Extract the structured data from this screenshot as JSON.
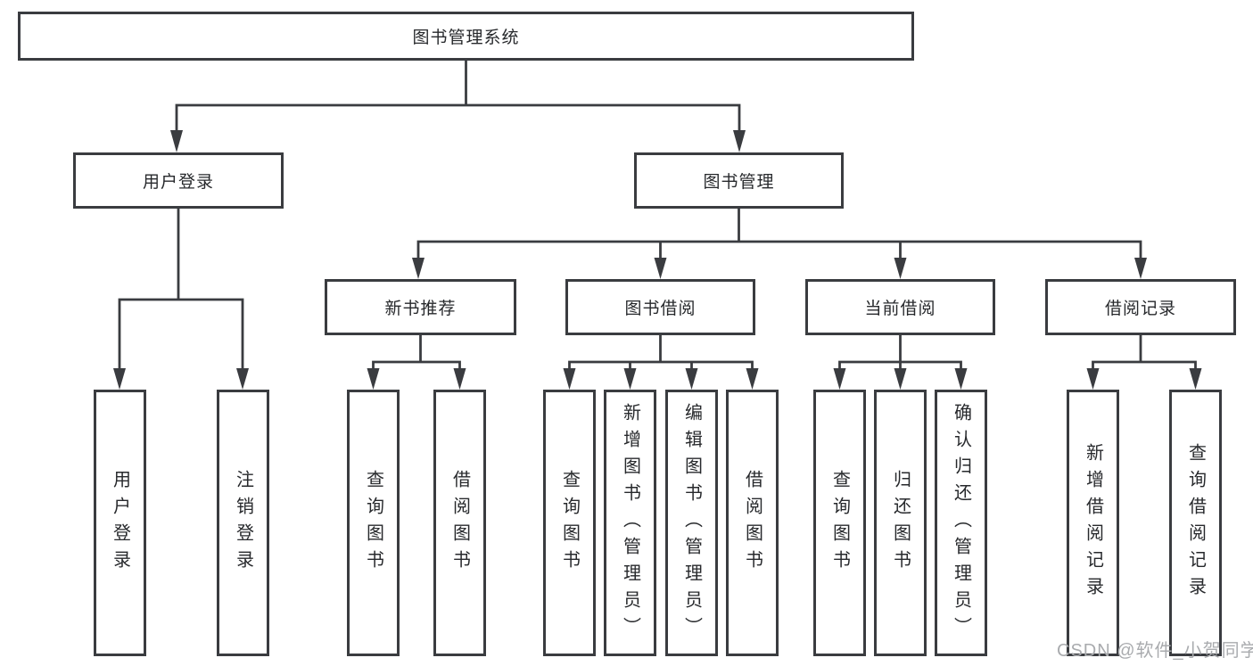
{
  "diagram": {
    "root": {
      "label": "图书管理系统"
    },
    "branches": [
      {
        "label": "用户登录",
        "children": [
          {
            "label": "用户登录"
          },
          {
            "label": "注销登录"
          }
        ]
      },
      {
        "label": "图书管理",
        "children": [
          {
            "label": "新书推荐",
            "children": [
              {
                "label": "查询图书"
              },
              {
                "label": "借阅图书"
              }
            ]
          },
          {
            "label": "图书借阅",
            "children": [
              {
                "label": "查询图书"
              },
              {
                "label": "新增图书（管理员）"
              },
              {
                "label": "编辑图书（管理员）"
              },
              {
                "label": "借阅图书"
              }
            ]
          },
          {
            "label": "当前借阅",
            "children": [
              {
                "label": "查询图书"
              },
              {
                "label": "归还图书"
              },
              {
                "label": "确认归还（管理员）"
              }
            ]
          },
          {
            "label": "借阅记录",
            "children": [
              {
                "label": "新增借阅记录"
              },
              {
                "label": "查询借阅记录"
              }
            ]
          }
        ]
      }
    ]
  },
  "watermark": "CSDN @软件_小贺同学",
  "colors": {
    "line": "#3a3c40",
    "text": "#27292c",
    "background": "#ffffff",
    "watermark": "#a9abae"
  }
}
